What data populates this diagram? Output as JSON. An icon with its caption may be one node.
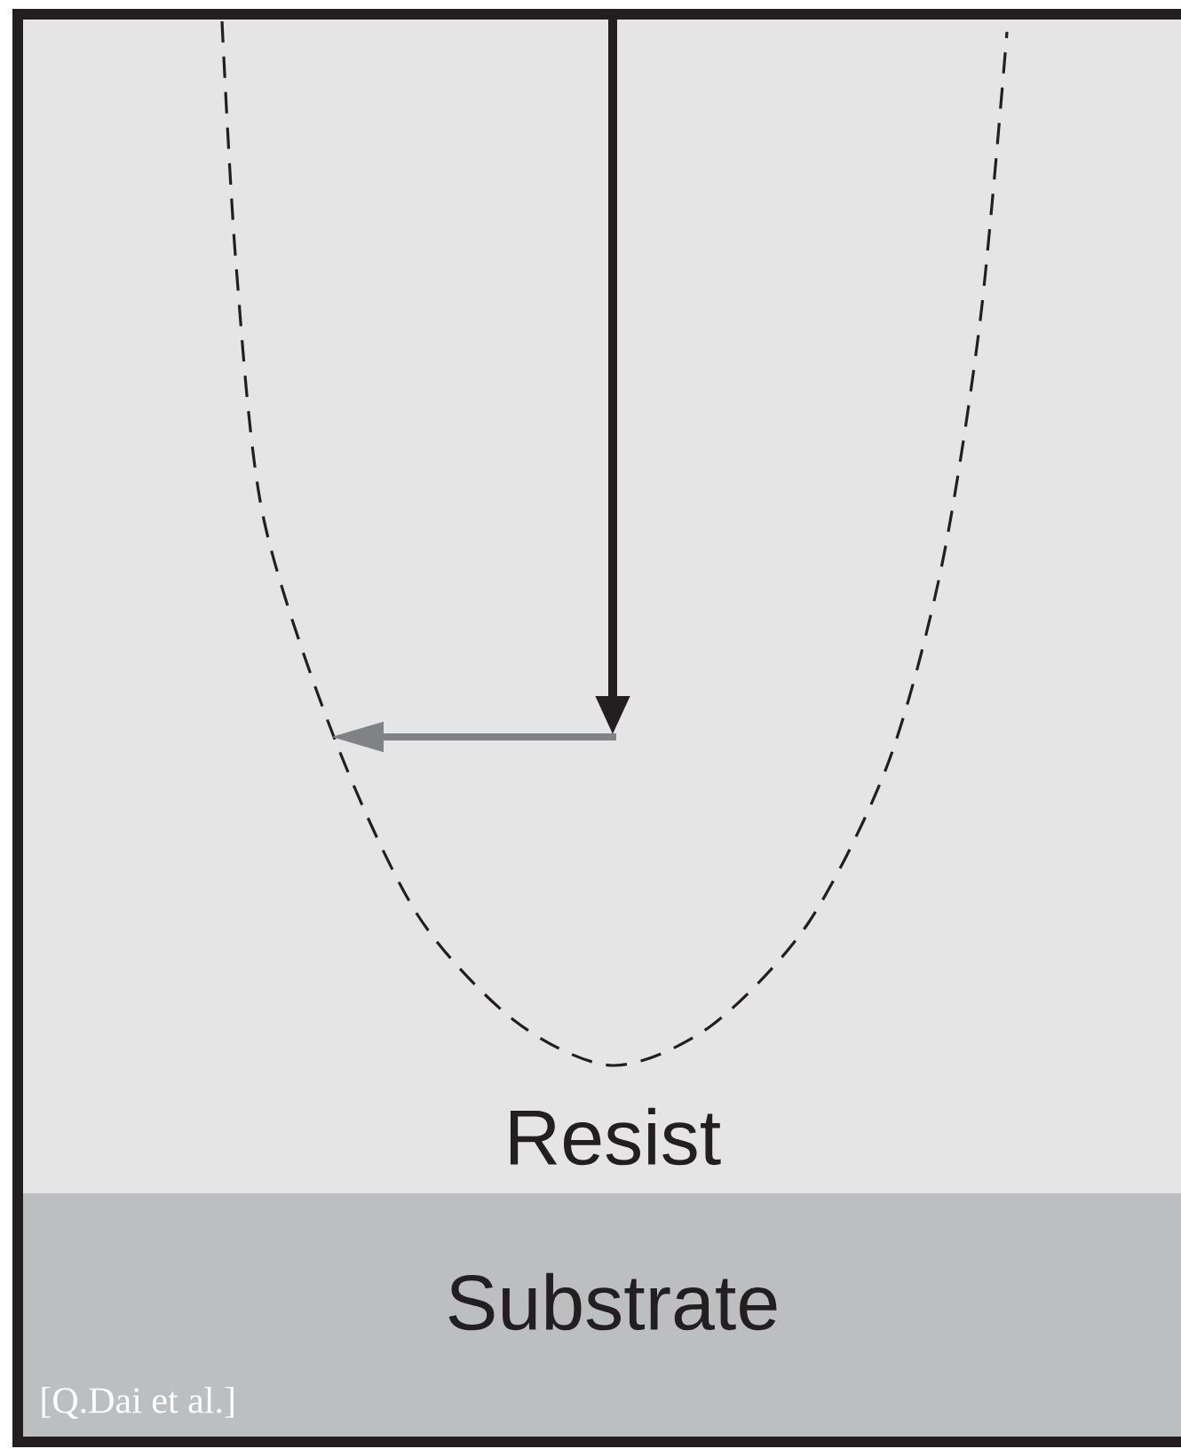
{
  "diagram": {
    "nodes": [
      {
        "text": [
          "Resist"
        ]
      },
      {
        "text": [
          "Substrate"
        ]
      }
    ],
    "labels": [
      "[Q.Dai et al.]"
    ]
  }
}
